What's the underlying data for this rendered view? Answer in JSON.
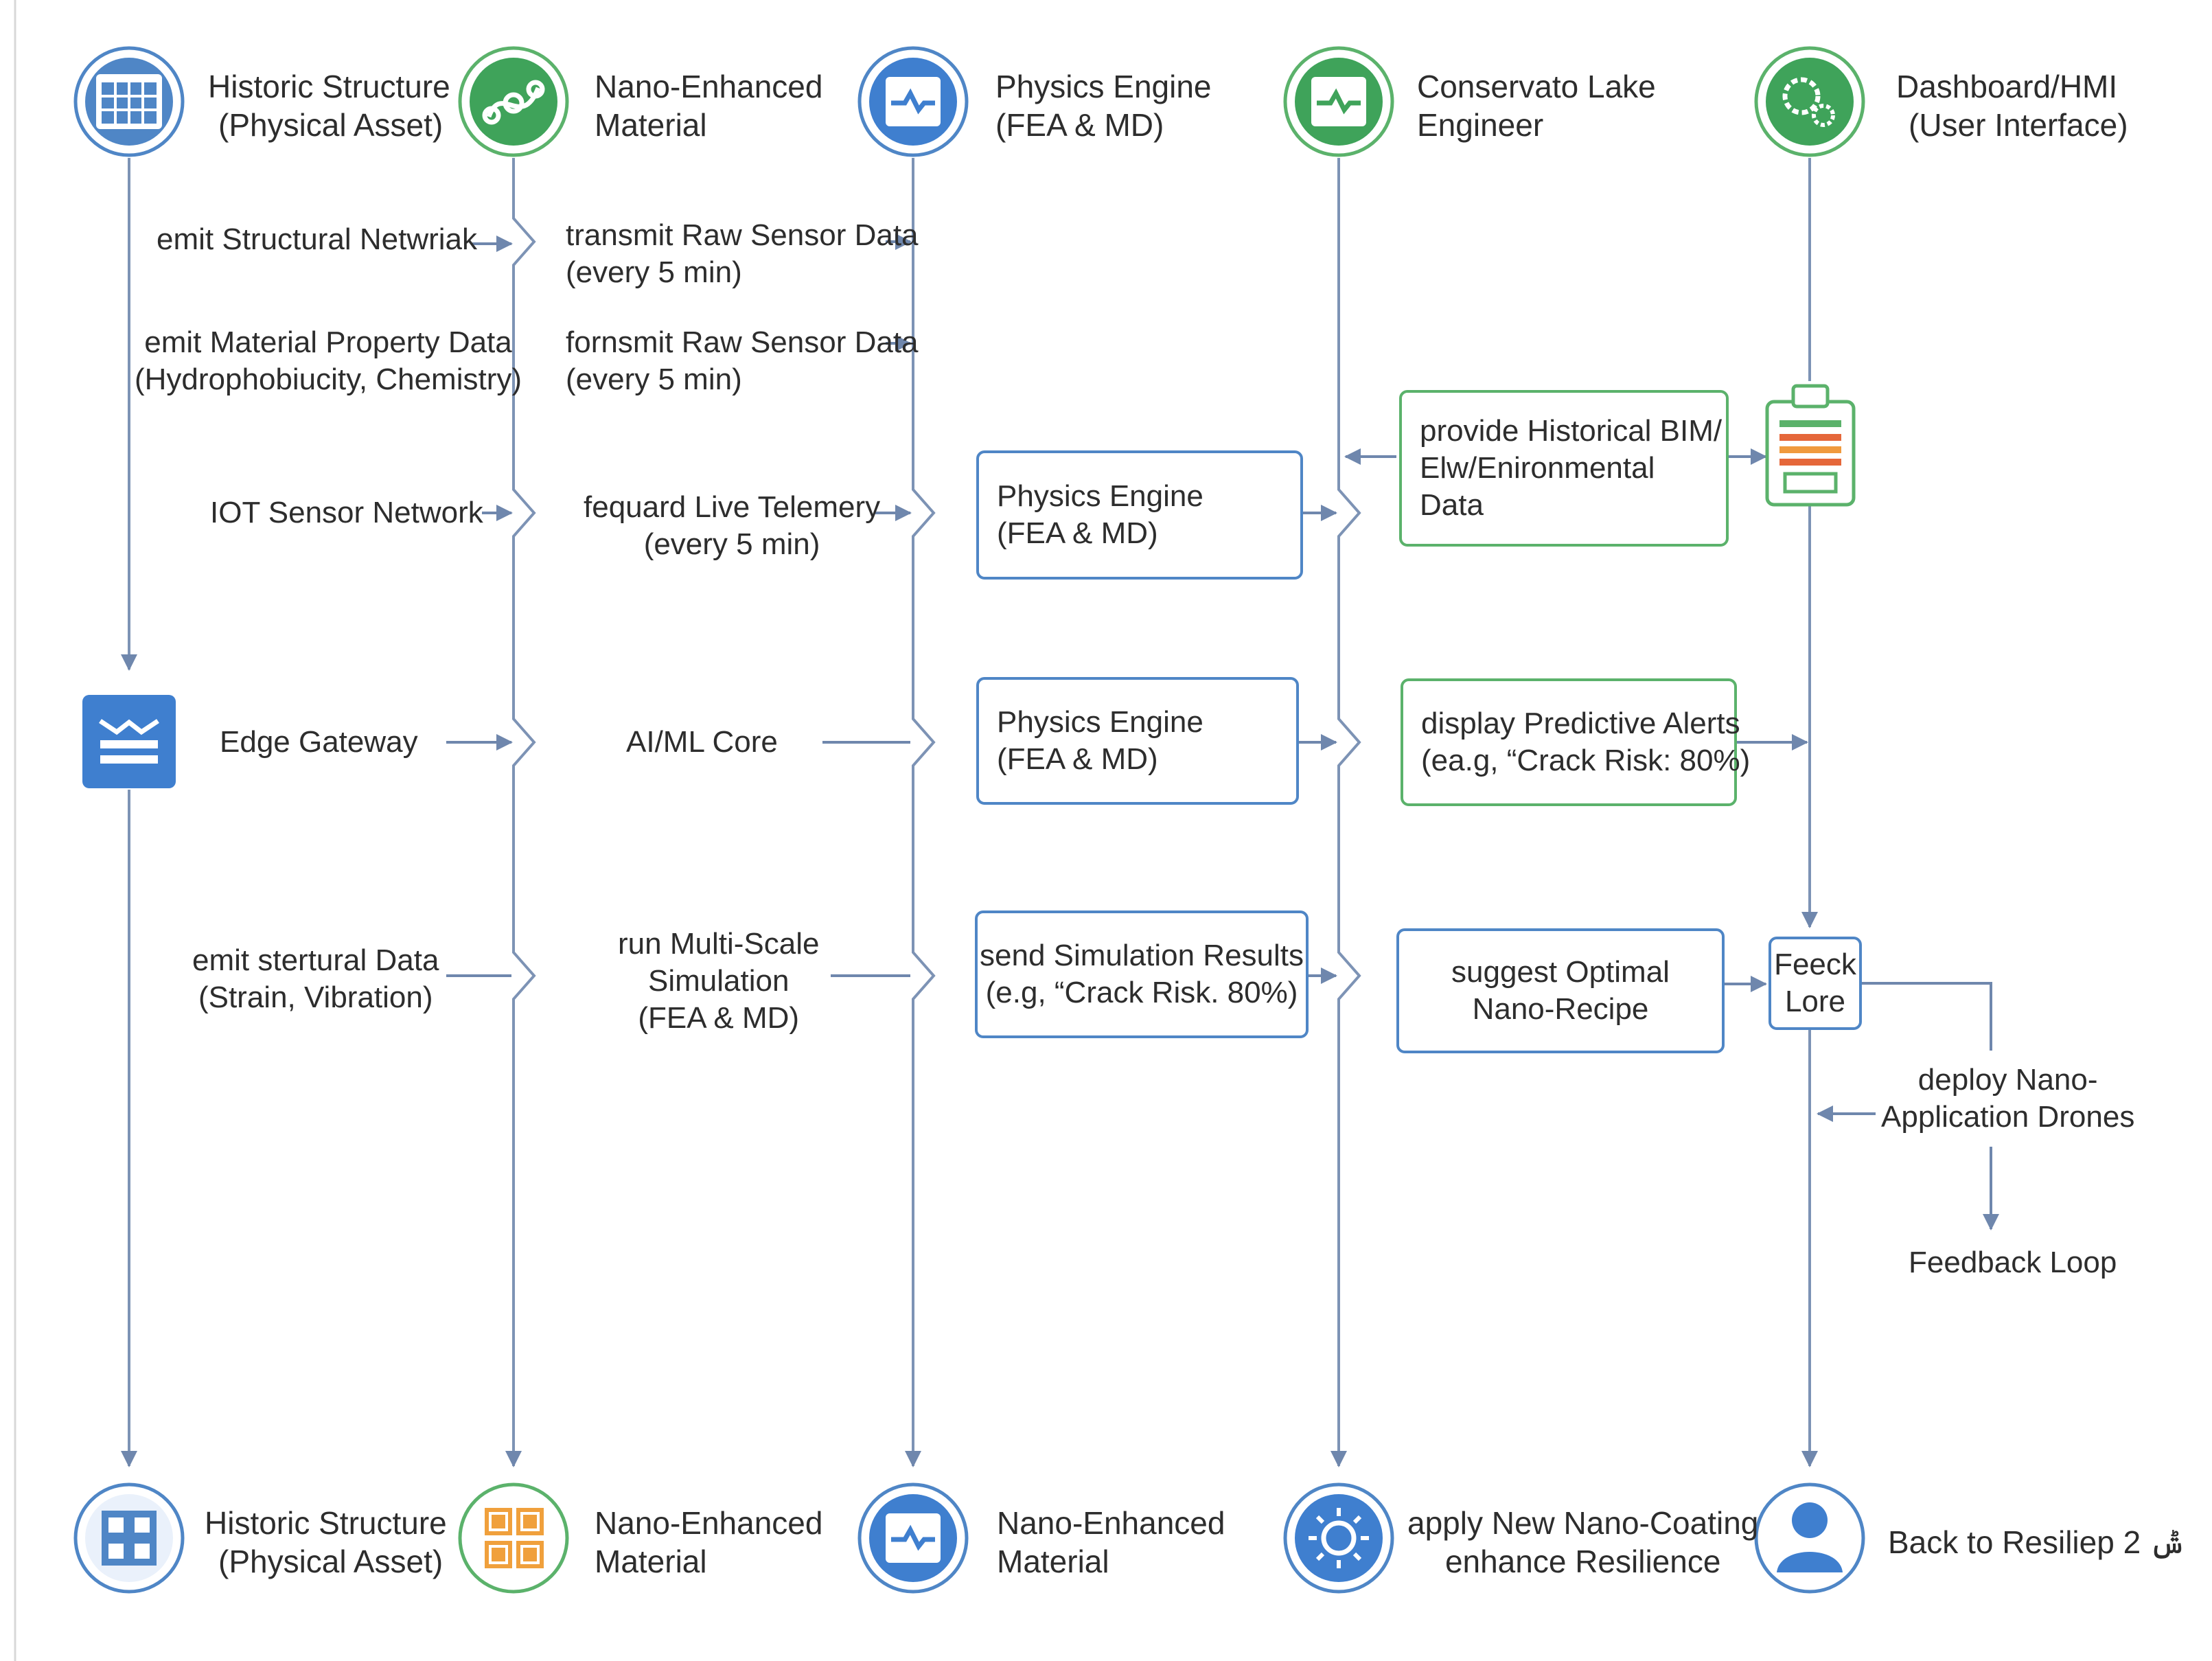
{
  "lanes": [
    {
      "title_1": "Historic Structure",
      "title_2": "(Physical Asset)",
      "icon": "calendar-grid-icon",
      "foot_1": "Historic Structure",
      "foot_2": "(Physical Asset)",
      "foot_icon": "structure-grid-icon"
    },
    {
      "title_1": "Nano-Enhanced",
      "title_2": "Material",
      "icon": "molecule-icon",
      "foot_1": "Nano-Enhanced",
      "foot_2": "Material",
      "foot_icon": "material-tiles-icon"
    },
    {
      "title_1": "Physics Engine",
      "title_2": "(FEA & MD)",
      "icon": "waveform-icon",
      "foot_1": "Nano-Enhanced",
      "foot_2": "Material",
      "foot_icon": "waveform-icon"
    },
    {
      "title_1": "Conservato Lake",
      "title_2": "Engineer",
      "icon": "waveform-icon",
      "foot_1": "apply New Nano-Coating",
      "foot_2": "enhance Resilience",
      "foot_icon": "gear-sun-icon"
    },
    {
      "title_1": "Dashboard/HMI",
      "title_2": "(User Interface)",
      "icon": "gears-icon",
      "foot_1": "Back to Resiliep ݰ 2",
      "foot_icon": "user-icon"
    }
  ],
  "messages": {
    "m1": [
      "emit Structural Netwriak"
    ],
    "m2": [
      "transmit Raw Sensor Data",
      "(every 5 min)"
    ],
    "m3": [
      "emit Material Property Data",
      "(Hydrophobiucity, Chemistry)"
    ],
    "m4": [
      "fornsmit Raw Sensor Data",
      "(every 5 min)"
    ],
    "m5": [
      "IOT Sensor Network"
    ],
    "m6": [
      "fequard Live Telemery",
      "(every 5 min)"
    ],
    "m7": [
      "Edge Gateway"
    ],
    "m8": [
      "AI/ML Core"
    ],
    "m9": [
      "emit stertural Data",
      "(Strain, Vibration)"
    ],
    "m10": [
      "run Multi-Scale",
      "Simulation",
      "(FEA & MD)"
    ],
    "m11": [
      "deploy Nano-",
      "Application Drones"
    ],
    "m12": [
      "Feedback Loop"
    ]
  },
  "boxes": {
    "b1": [
      "Physics Engine",
      "(FEA & MD)"
    ],
    "b2": [
      "provide Historical BIM/",
      "Elw/Enironmental",
      "Data"
    ],
    "b3": [
      "Physics Engine",
      "(FEA & MD)"
    ],
    "b4": [
      "display Predictive Alerts",
      "(ea.g, “Crack Risk: 80%)"
    ],
    "b5": [
      "send Simulation Results",
      "(e.g, “Crack Risk. 80%)"
    ],
    "b6": [
      "suggest Optimal",
      "Nano-Recipe"
    ],
    "b7": [
      "Feeck",
      "Lore"
    ]
  },
  "colors": {
    "blue": "#4f86c6",
    "green": "#3fa35a",
    "line": "#7d93b5",
    "edge": "#3f7fcf"
  }
}
